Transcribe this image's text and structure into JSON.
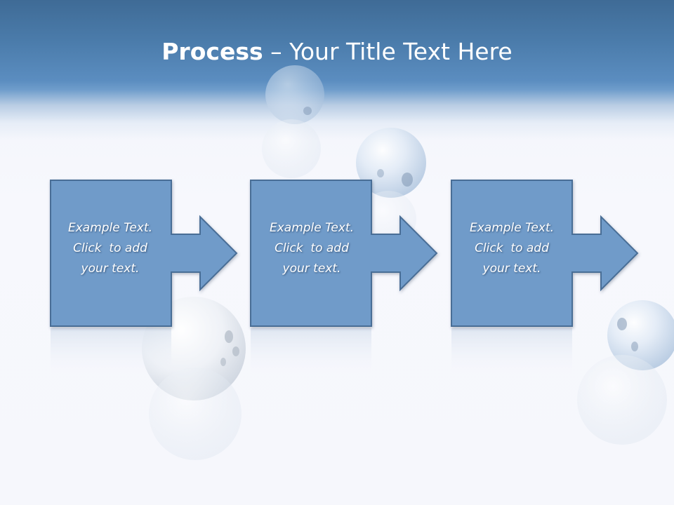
{
  "slide": {
    "title_bold": "Process",
    "title_rest": " – Your Title Text Here"
  },
  "steps": [
    {
      "line1": "Example Text.",
      "line2": "Click  to add",
      "line3": "your text."
    },
    {
      "line1": "Example Text.",
      "line2": "Click  to add",
      "line3": "your text."
    },
    {
      "line1": "Example Text.",
      "line2": "Click  to add",
      "line3": "your text."
    }
  ],
  "colors": {
    "header": "#4b7cab",
    "box_fill": "#6f9bc9",
    "box_stroke": "#4a6e96",
    "title_text": "#ffffff"
  }
}
